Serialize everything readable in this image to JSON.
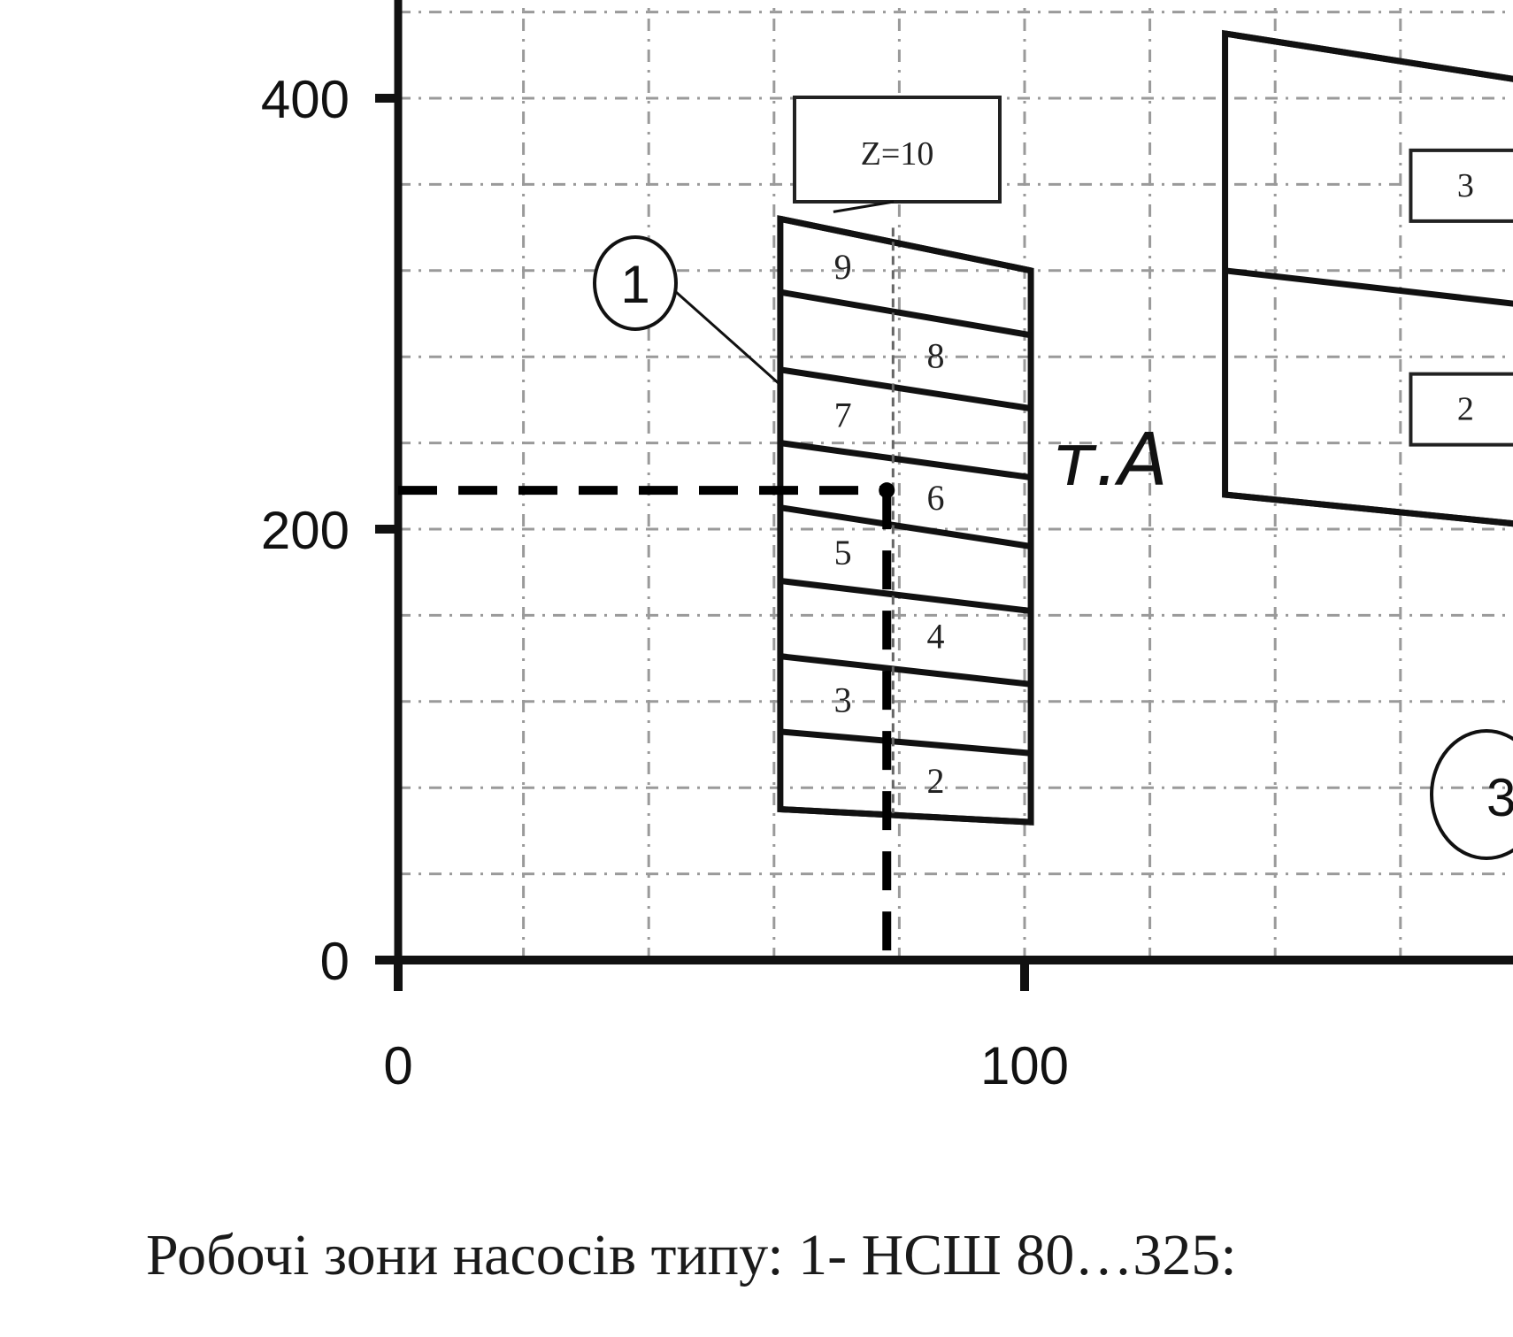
{
  "chart_data": {
    "type": "area",
    "title": "",
    "xlabel": "",
    "ylabel": "",
    "xlim": [
      0,
      180
    ],
    "ylim": [
      0,
      440
    ],
    "x_ticks": [
      "0",
      "100"
    ],
    "y_ticks": [
      "0",
      "200",
      "400"
    ],
    "x_tick_values": [
      0,
      100
    ],
    "y_tick_values": [
      0,
      200,
      400
    ],
    "grid": true,
    "zones": [
      {
        "id": "1",
        "marker": "1",
        "x_range": [
          61,
          101
        ],
        "boundaries": [
          [
            70,
            64
          ],
          [
            106,
            96
          ],
          [
            141,
            128
          ],
          [
            176,
            162
          ],
          [
            210,
            192
          ],
          [
            240,
            224
          ],
          [
            274,
            256
          ],
          [
            310,
            290
          ],
          [
            344,
            320
          ]
        ],
        "impeller_labels": [
          "2",
          "3",
          "4",
          "5",
          "6",
          "7",
          "8",
          "9"
        ],
        "callout": "Z=10"
      },
      {
        "id": "2",
        "x_range": [
          132,
          180
        ],
        "boundaries": [
          [
            216,
            202
          ],
          [
            320,
            304
          ],
          [
            430,
            408
          ]
        ],
        "impeller_labels": [
          "2",
          "3"
        ]
      }
    ],
    "zone3_marker": "3",
    "operating_point": {
      "label": "т.А",
      "x": 78,
      "y": 218
    }
  },
  "caption": {
    "text": "Робочі зони насосів типу: 1- НСШ 80…325:"
  }
}
